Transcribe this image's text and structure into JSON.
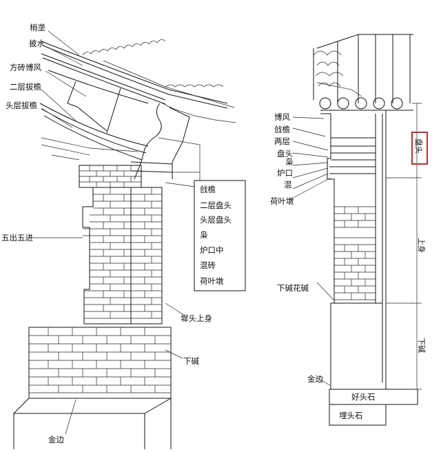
{
  "left_labels": {
    "shao_long": "梢垄",
    "pi_shui": "披水",
    "fang_zhuan_bo_feng": "方砖博风",
    "er_ceng_ba_yan": "二层拔檐",
    "tou_ceng_ba_yan": "头层拔檐",
    "wu_chu_wu_jin": "五出五进",
    "chi_tou_shang_shen": "墀头上身",
    "xia_jian": "下碱",
    "jin_bian": "金边"
  },
  "legend_box": {
    "items": [
      "戗檐",
      "二层盘头",
      "头层盘头",
      "枭",
      "炉口中",
      "混砖",
      "荷叶墩"
    ]
  },
  "right_labels": {
    "bo_feng": "博风",
    "qiang_yan": "戗檐",
    "liang_ceng": "两层",
    "pan_tou": "盘头",
    "xiao": "枭",
    "lu_kou": "炉口",
    "hun": "混",
    "he_ye_dun": "荷叶墩",
    "xia_jian_hua_jian": "下碱花碱",
    "jin_bian": "金边",
    "hao_tou_shi": "好头石",
    "mai_tou_shi": "埋头石"
  },
  "vertical_labels": {
    "pan_tou": "盘头",
    "shang_shen": "上身",
    "xia_jian": "下碱"
  },
  "colors": {
    "ink": "#111111",
    "highlight_box": "#b2323a"
  }
}
